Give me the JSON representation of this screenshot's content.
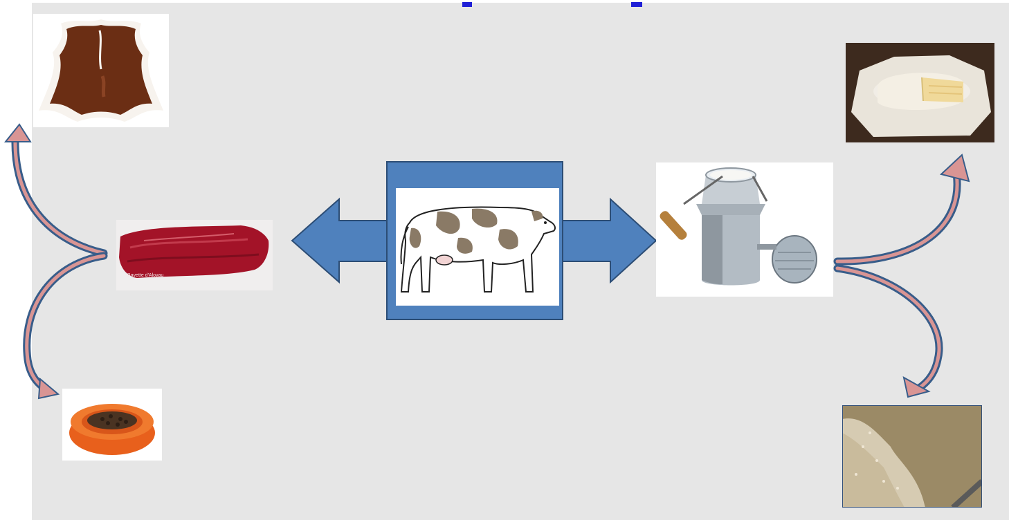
{
  "slide": {
    "background": "#e6e6e6",
    "title_color": "#1f1fd6"
  },
  "diagram": {
    "center": "cow",
    "left_branch": {
      "main": "meat",
      "products": [
        "hide",
        "pet-food"
      ]
    },
    "right_branch": {
      "main": "milk-can",
      "products": [
        "cheese",
        "whey"
      ]
    }
  },
  "images": {
    "hide": {
      "icon": "cowhide-icon",
      "label": ""
    },
    "meat": {
      "icon": "meat-icon",
      "label": "Bavette d'Aloyau"
    },
    "pet_food": {
      "icon": "pet-food-bowl-icon",
      "label": ""
    },
    "cow": {
      "icon": "cow-icon",
      "label": ""
    },
    "milk_can": {
      "icon": "milk-can-icon",
      "label": ""
    },
    "cheese": {
      "icon": "cheese-icon",
      "label": ""
    },
    "whey": {
      "icon": "whey-icon",
      "label": ""
    }
  },
  "colors": {
    "block_arrow_fill": "#4f81bd",
    "block_arrow_stroke": "#2c4d75",
    "curve_outer": "#385d8a",
    "curve_inner": "#d99594"
  }
}
